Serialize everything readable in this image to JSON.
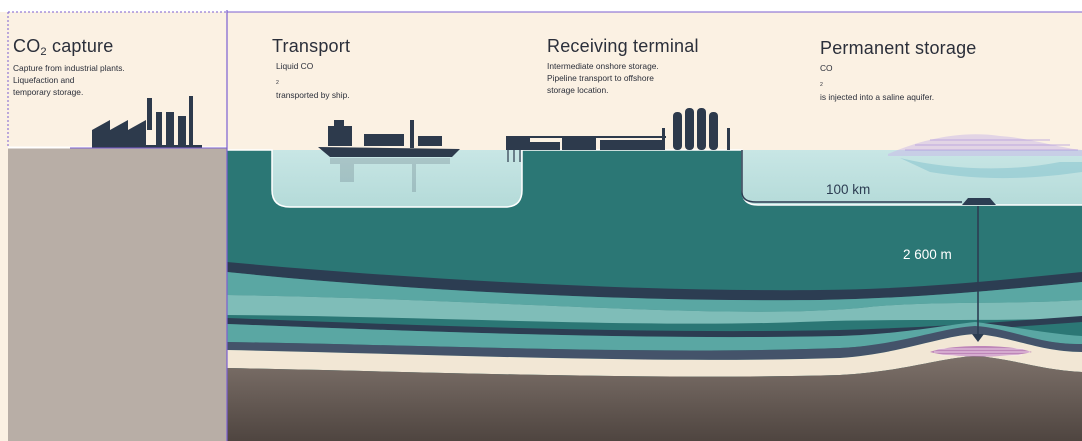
{
  "stages": [
    {
      "id": "capture",
      "title_main": "CO",
      "title_sub": "2",
      "title_rest": " capture",
      "desc_lines": [
        "Capture from industrial plants.",
        "Liquefaction and",
        "temporary storage."
      ]
    },
    {
      "id": "transport",
      "title": "Transport",
      "desc_line1_main": "Liquid CO",
      "desc_line1_sub": "2",
      "desc_line2": "transported by ship."
    },
    {
      "id": "terminal",
      "title": "Receiving terminal",
      "desc_lines": [
        "Intermediate onshore storage.",
        "Pipeline transport to offshore",
        "storage location."
      ]
    },
    {
      "id": "storage",
      "title": "Permanent storage",
      "desc_main": "CO",
      "desc_sub": "2",
      "desc_rest": " is injected into a saline aquifer."
    }
  ],
  "measurements": {
    "pipeline_length": "100 km",
    "injection_depth": "2 600 m"
  },
  "colors": {
    "sky": "#fbf1e3",
    "land_left": "#b8aea6",
    "sea": "#bfe1e0",
    "seabed": "#2b7775",
    "band_light": "#5aa7a3",
    "band_dark": "#2c3d52",
    "sand": "#f2e7d5",
    "bedrock": "#6e625a",
    "divider": "#7b5fd0",
    "silhouette": "#2d3a4c",
    "reservoir": "#b574b4"
  },
  "icons": [
    "factory-icon",
    "ship-icon",
    "terminal-icon",
    "tank-icon",
    "platform-icon",
    "arrow-down-icon"
  ]
}
